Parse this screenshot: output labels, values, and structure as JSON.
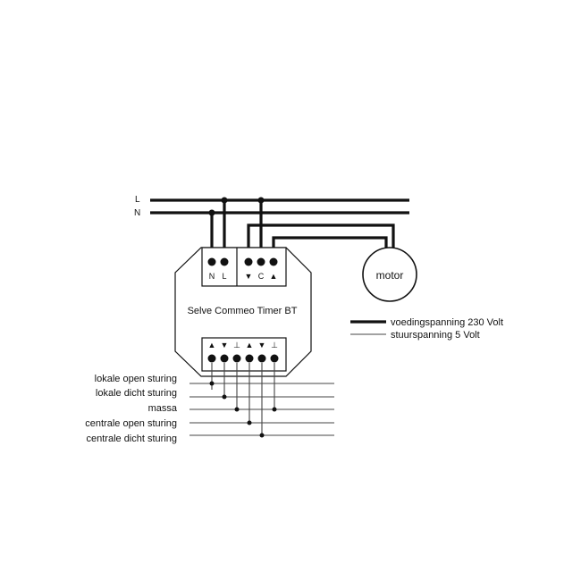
{
  "mains": {
    "line_L": "L",
    "line_N": "N"
  },
  "device": {
    "name": "Selve Commeo Timer BT",
    "power_terminals": [
      "N",
      "L"
    ],
    "motor_terminals": [
      "▼",
      "C",
      "▲"
    ],
    "control_terminals": [
      "▲",
      "▼",
      "⊥",
      "▲",
      "▼",
      "⊥"
    ]
  },
  "motor": {
    "label": "motor"
  },
  "legend": {
    "thick": "voedingspanning 230 Volt",
    "thin": "stuurspanning 5 Volt"
  },
  "control_lines": [
    "lokale open sturing",
    "lokale dicht sturing",
    "massa",
    "centrale open sturing",
    "centrale dicht sturing"
  ]
}
